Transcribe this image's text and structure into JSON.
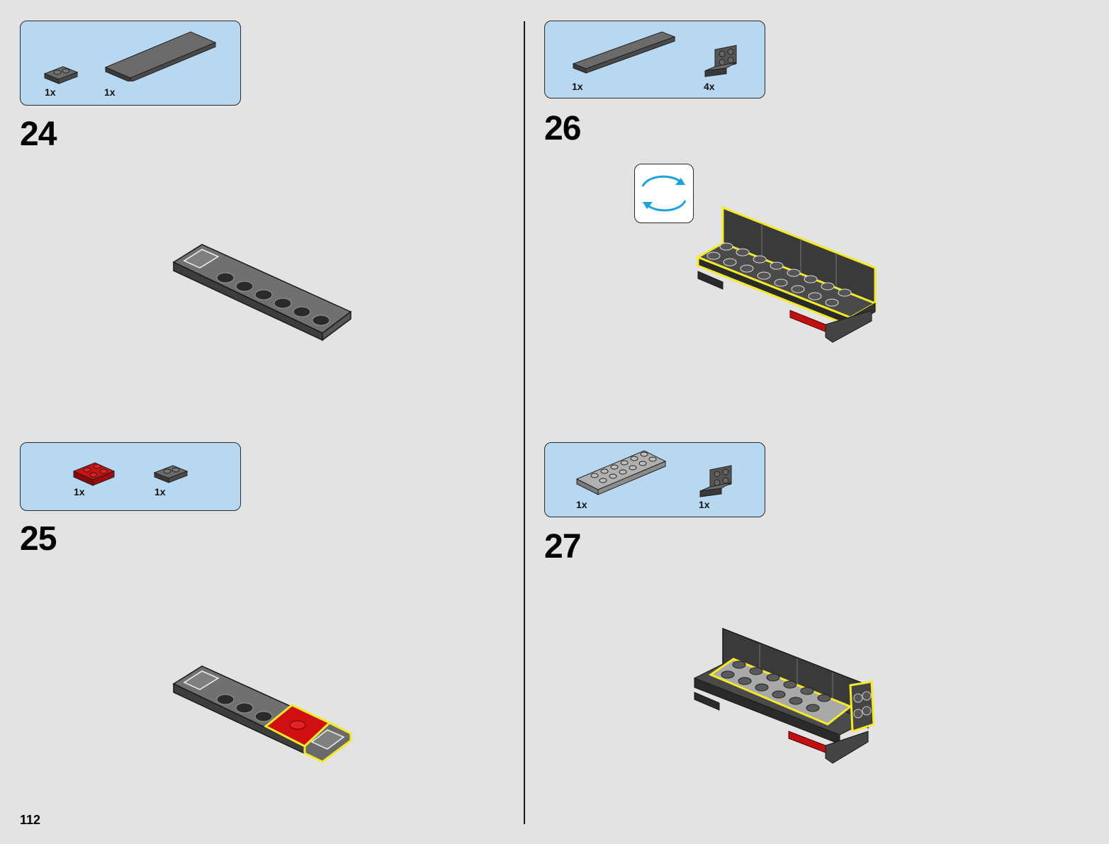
{
  "page": {
    "number": "112"
  },
  "colors": {
    "background": "#e3e3e3",
    "parts_box": "#b8d7f1",
    "highlight": "#f3ea2a",
    "brick_dark": "#5a5a5a",
    "brick_red": "#d01010",
    "rotate_arrow": "#1da1e0"
  },
  "steps": [
    {
      "number": "24",
      "parts": [
        {
          "qty": "1x",
          "icon": "dark-grey-plate-1x2"
        },
        {
          "qty": "1x",
          "icon": "dark-grey-plate-2x8"
        }
      ]
    },
    {
      "number": "25",
      "parts": [
        {
          "qty": "1x",
          "icon": "red-plate-2x2"
        },
        {
          "qty": "1x",
          "icon": "dark-grey-plate-1x2"
        }
      ]
    },
    {
      "number": "26",
      "parts": [
        {
          "qty": "1x",
          "icon": "dark-grey-plate-1x8"
        },
        {
          "qty": "4x",
          "icon": "black-bracket"
        }
      ],
      "rotate_icon": "rotate-model-icon"
    },
    {
      "number": "27",
      "parts": [
        {
          "qty": "1x",
          "icon": "light-grey-plate-2x6"
        },
        {
          "qty": "1x",
          "icon": "black-bracket"
        }
      ]
    }
  ]
}
